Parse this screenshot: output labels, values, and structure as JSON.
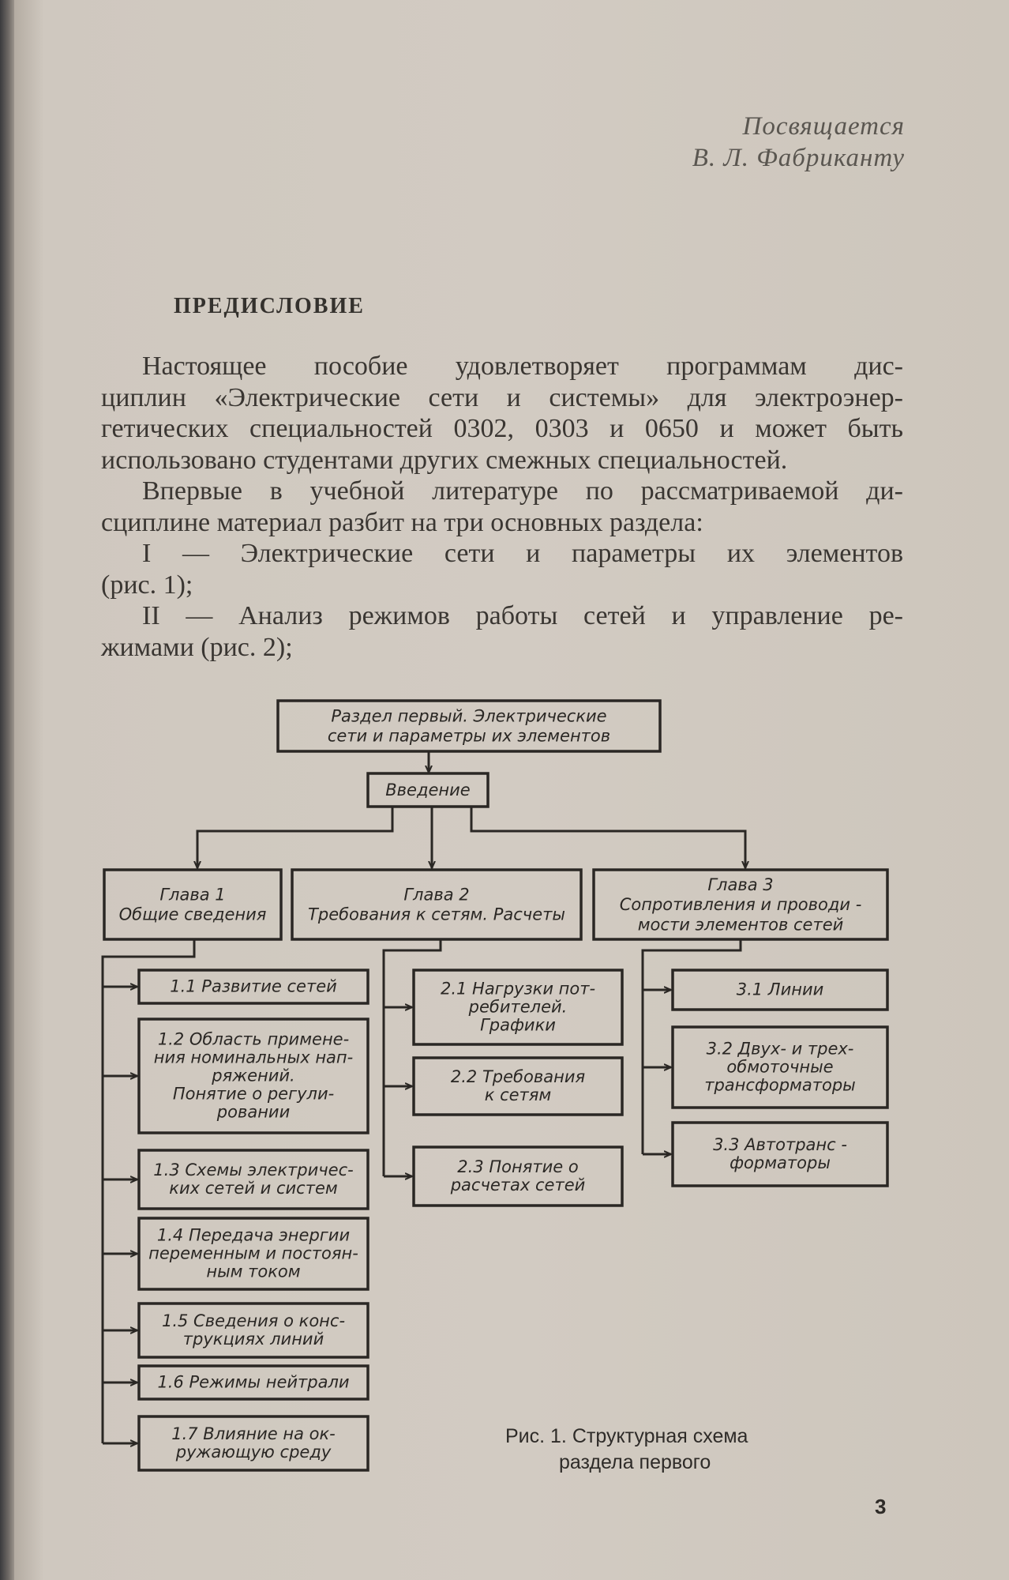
{
  "dedication": {
    "line1": "Посвящается",
    "line2": "В. Л. Фабриканту"
  },
  "heading": "ПРЕДИСЛОВИЕ",
  "paragraphs": [
    "Настоящее пособие удовлетворяет программам дис-",
    "циплин «Электрические сети и системы» для электроэнер-",
    "гетических специальностей 0302, 0303 и 0650 и может быть",
    "использовано студентами других смежных специальностей.",
    "Впервые в учебной литературе по рассматриваемой ди-",
    "сциплине материал разбит на три основных раздела:",
    "I — Электрические сети и параметры их элементов",
    "(рис. 1);",
    "II — Анализ режимов работы сетей и управление ре-",
    "жимами (рис. 2);"
  ],
  "diagram": {
    "root": [
      "Раздел первый. Электрические",
      "сети и параметры их элементов"
    ],
    "intro": [
      "Введение"
    ],
    "chapters": [
      [
        "Глава 1",
        "Общие сведения"
      ],
      [
        "Глава 2",
        "Требования к сетям. Расчеты"
      ],
      [
        "Глава 3",
        "Сопротивления и проводи -",
        "мости элементов сетей"
      ]
    ],
    "col1": [
      [
        "1.1 Развитие сетей"
      ],
      [
        "1.2 Область примене-",
        "ния номинальных нап-",
        "ряжений.",
        "Понятие о регули-",
        "ровании"
      ],
      [
        "1.3 Схемы электричес-",
        "ких сетей и систем"
      ],
      [
        "1.4 Передача энергии",
        "переменным и постоян-",
        "ным током"
      ],
      [
        "1.5 Сведения о конс-",
        "трукциях линий"
      ],
      [
        "1.6 Режимы нейтрали"
      ],
      [
        "1.7 Влияние на ок-",
        "ружающую среду"
      ]
    ],
    "col2": [
      [
        "2.1 Нагрузки пот-",
        "ребителей.",
        "Графики"
      ],
      [
        "2.2 Требования",
        "к сетям"
      ],
      [
        "2.3 Понятие о",
        "расчетах сетей"
      ]
    ],
    "col3": [
      [
        "3.1 Линии"
      ],
      [
        "3.2 Двух- и трех-",
        "обмоточные",
        "трансформаторы"
      ],
      [
        "3.3 Автотранс -",
        "форматоры"
      ]
    ]
  },
  "caption": {
    "line1": "Рис. 1. Структурная схема",
    "line2": "раздела первого"
  },
  "page_number": "3"
}
